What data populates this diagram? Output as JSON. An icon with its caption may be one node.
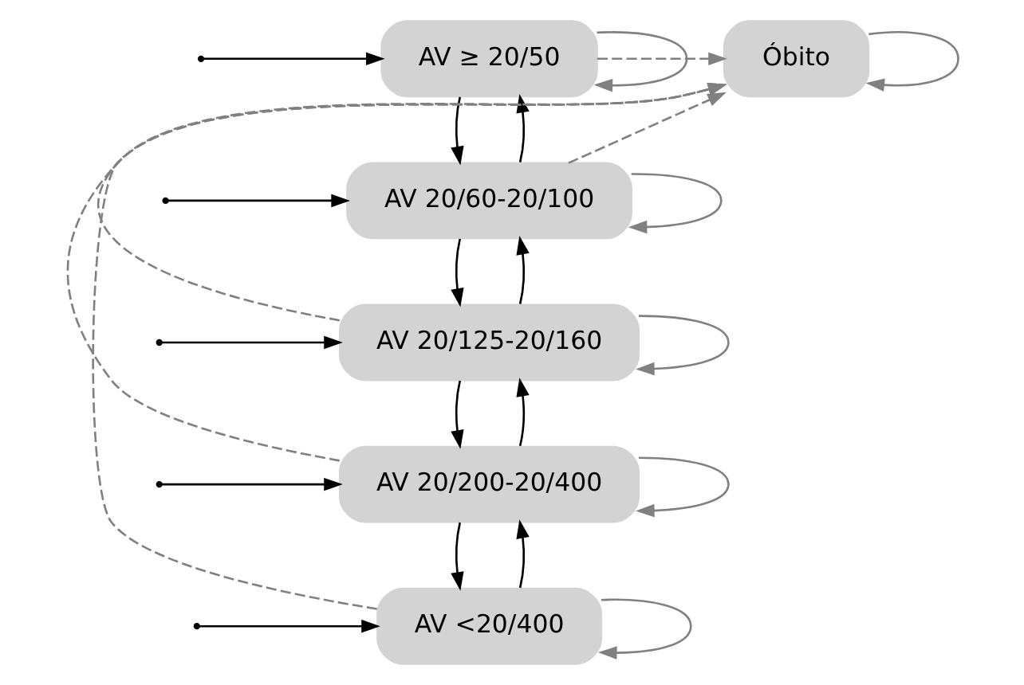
{
  "diagram": {
    "nodes": [
      {
        "text": [
          "AV ≥ 20/50"
        ]
      },
      {
        "text": [
          "AV 20/60-20/100"
        ]
      },
      {
        "text": [
          "AV 20/125-20/160"
        ]
      },
      {
        "text": [
          "AV 20/200-20/400"
        ]
      },
      {
        "text": [
          "AV <20/400"
        ]
      },
      {
        "text": [
          "Óbito"
        ]
      }
    ],
    "edges": [
      {
        "from": 0,
        "to": 0,
        "arrow": "to",
        "color": "#808080"
      },
      {
        "from": 1,
        "to": 1,
        "arrow": "to",
        "color": "#808080"
      },
      {
        "from": 2,
        "to": 2,
        "arrow": "to",
        "color": "#808080"
      },
      {
        "from": 3,
        "to": 3,
        "arrow": "to",
        "color": "#808080"
      },
      {
        "from": 4,
        "to": 4,
        "arrow": "to",
        "color": "#808080"
      },
      {
        "from": 5,
        "to": 5,
        "arrow": "to",
        "color": "#808080"
      },
      {
        "from": 0,
        "to": 1,
        "arrow": "to",
        "color": "#000000"
      },
      {
        "from": 1,
        "to": 0,
        "arrow": "to",
        "color": "#000000"
      },
      {
        "from": 1,
        "to": 2,
        "arrow": "to",
        "color": "#000000"
      },
      {
        "from": 2,
        "to": 1,
        "arrow": "to",
        "color": "#000000"
      },
      {
        "from": 2,
        "to": 3,
        "arrow": "to",
        "color": "#000000"
      },
      {
        "from": 3,
        "to": 2,
        "arrow": "to",
        "color": "#000000"
      },
      {
        "from": 3,
        "to": 4,
        "arrow": "to",
        "color": "#000000"
      },
      {
        "from": 4,
        "to": 3,
        "arrow": "to",
        "color": "#000000"
      },
      {
        "from": 0,
        "to": 5,
        "arrow": "to",
        "style": "dashed",
        "color": "#808080"
      },
      {
        "from": 1,
        "to": 5,
        "arrow": "to",
        "style": "dashed",
        "color": "#808080"
      },
      {
        "from": 2,
        "to": 5,
        "arrow": "to",
        "style": "dashed",
        "color": "#808080"
      },
      {
        "from": 3,
        "to": 5,
        "arrow": "to",
        "style": "dashed",
        "color": "#808080"
      },
      {
        "from": 4,
        "to": 5,
        "arrow": "to",
        "style": "dashed",
        "color": "#808080"
      },
      {
        "from": null,
        "to": 0,
        "arrow": "to",
        "color": "#000000"
      },
      {
        "from": null,
        "to": 1,
        "arrow": "to",
        "color": "#000000"
      },
      {
        "from": null,
        "to": 2,
        "arrow": "to",
        "color": "#000000"
      },
      {
        "from": null,
        "to": 3,
        "arrow": "to",
        "color": "#000000"
      },
      {
        "from": null,
        "to": 4,
        "arrow": "to",
        "color": "#000000"
      }
    ]
  }
}
